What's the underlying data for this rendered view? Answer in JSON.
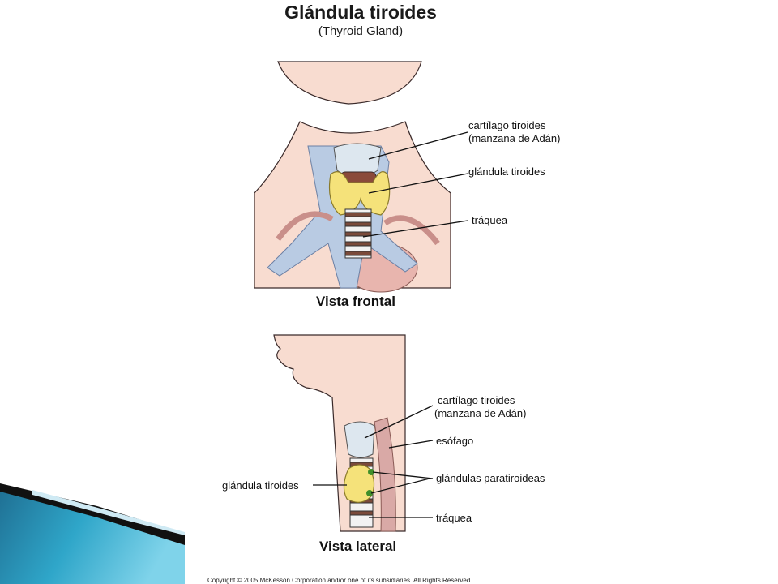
{
  "header": {
    "title": "Glándula tiroides",
    "subtitle": "(Thyroid Gland)"
  },
  "frontal_view": {
    "caption": "Vista frontal",
    "labels": {
      "cartilage_line1": "cartílago tiroides",
      "cartilage_line2": "(manzana de Adán)",
      "gland": "glándula tiroides",
      "trachea": "tráquea"
    }
  },
  "lateral_view": {
    "caption": "Vista lateral",
    "labels": {
      "cartilage_line1": "cartílago tiroides",
      "cartilage_line2": "(manzana de Adán)",
      "esophagus": "esófago",
      "parathyroid": "glándulas paratiroideas",
      "gland": "glándula tiroides",
      "trachea": "tráquea"
    }
  },
  "footer": {
    "copyright": "Copyright © 2005 McKesson Corporation and/or one of its subsidiaries. All Rights Reserved."
  },
  "colors": {
    "skin": "#f8dcd0",
    "gland": "#f5e27a",
    "cartilage": "#dde7ef",
    "vessel": "#b9cbe3",
    "artery": "#d9a9a6",
    "muscle": "#8a4a3a",
    "decor_teal": "#2a9bbf"
  }
}
